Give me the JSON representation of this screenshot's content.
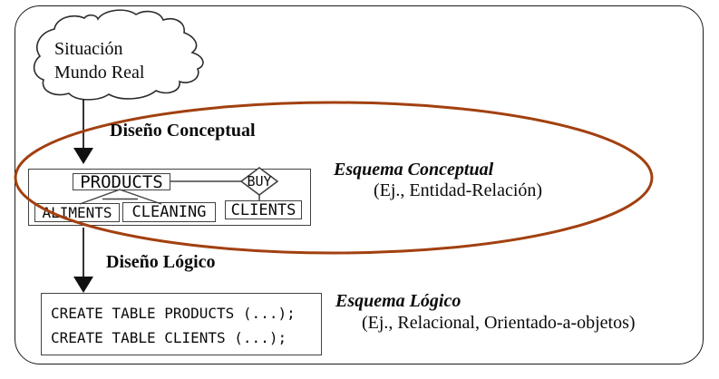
{
  "cloud": {
    "line1": "Situación",
    "line2": "Mundo Real"
  },
  "process_labels": {
    "conceptual_design": "Diseño Conceptual",
    "logical_design": "Diseño Lógico"
  },
  "schema_labels": {
    "conceptual_title": "Esquema Conceptual",
    "conceptual_example": "(Ej., Entidad-Relación)",
    "logical_title": "Esquema Lógico",
    "logical_example": "(Ej., Relacional, Orientado-a-objetos)"
  },
  "er_diagram": {
    "entities": {
      "products": "PRODUCTS",
      "aliments": "ALIMENTS",
      "cleaning": "CLEANING",
      "clients": "CLIENTS"
    },
    "relationship": "BUY"
  },
  "sql_box": {
    "line1": "CREATE TABLE PRODUCTS (...);",
    "line2": "CREATE TABLE CLIENTS (...);"
  },
  "colors": {
    "ellipse_stroke": "#a24010",
    "shape_stroke": "#2b2b2b"
  }
}
